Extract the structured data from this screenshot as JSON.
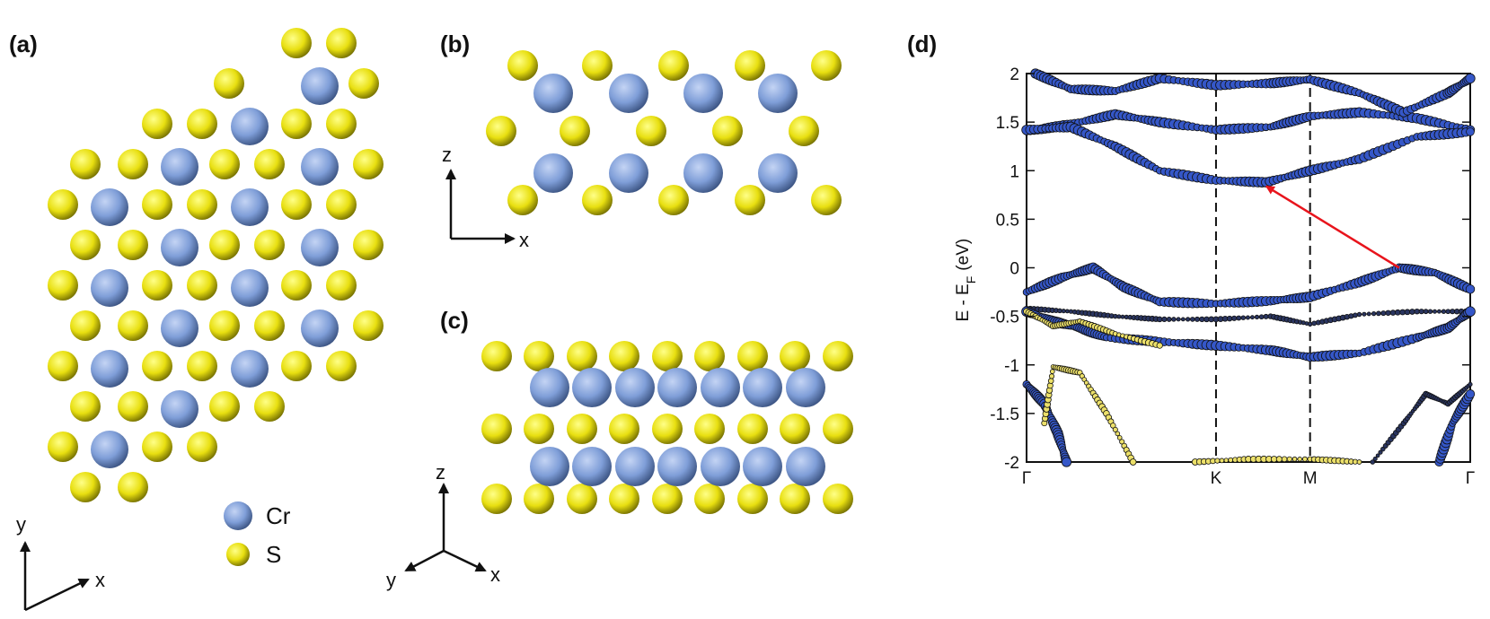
{
  "panels": {
    "a": "(a)",
    "b": "(b)",
    "c": "(c)",
    "d": "(d)"
  },
  "legend": {
    "cr": "Cr",
    "s": "S"
  },
  "axes_labels": {
    "x": "x",
    "y": "y",
    "z": "z"
  },
  "colors": {
    "cr": "#7f9ed8",
    "s": "#e6dd14",
    "bands_blue": "#3557c8",
    "bands_yellow": "#ece06a",
    "arrow": "#e8141c"
  },
  "chart_data": {
    "type": "scatter",
    "title": "",
    "xlabel": "",
    "ylabel": "E - E_F (eV)",
    "ylabel_main": "E - E",
    "ylabel_sub": "F",
    "ylabel_unit": "(eV)",
    "ylim": [
      -2,
      2
    ],
    "yticks": [
      2,
      1.5,
      1,
      0.5,
      0,
      -0.5,
      -1,
      -1.5,
      -2
    ],
    "xlim": [
      0,
      1
    ],
    "xticks": [
      {
        "label": "Γ",
        "pos": 0
      },
      {
        "label": "K",
        "pos": 0.427
      },
      {
        "label": "M",
        "pos": 0.639
      },
      {
        "label": "Γ",
        "pos": 1
      }
    ],
    "dashed_lines_at": [
      0.427,
      0.639
    ],
    "grid": false,
    "transition_arrow": {
      "from": [
        0.84,
        0.0
      ],
      "to": [
        0.54,
        0.84
      ]
    },
    "bands": [
      {
        "points": [
          [
            0,
            1.4
          ],
          [
            0.1,
            1.48
          ],
          [
            0.2,
            1.58
          ],
          [
            0.3,
            1.5
          ],
          [
            0.427,
            1.42
          ],
          [
            0.55,
            1.45
          ],
          [
            0.639,
            1.56
          ],
          [
            0.75,
            1.6
          ],
          [
            0.88,
            1.54
          ],
          [
            1,
            1.42
          ]
        ],
        "weight": "blue"
      },
      {
        "points": [
          [
            0.02,
            2.0
          ],
          [
            0.1,
            1.84
          ],
          [
            0.2,
            1.82
          ],
          [
            0.3,
            1.95
          ],
          [
            0.427,
            1.88
          ],
          [
            0.55,
            1.9
          ],
          [
            0.639,
            1.94
          ],
          [
            0.75,
            1.8
          ],
          [
            0.85,
            1.6
          ],
          [
            0.95,
            1.8
          ],
          [
            1,
            1.95
          ]
        ],
        "weight": "blue"
      },
      {
        "points": [
          [
            0,
            1.42
          ],
          [
            0.1,
            1.45
          ],
          [
            0.2,
            1.25
          ],
          [
            0.3,
            1.0
          ],
          [
            0.427,
            0.9
          ],
          [
            0.54,
            0.88
          ],
          [
            0.639,
            1.0
          ],
          [
            0.75,
            1.12
          ],
          [
            0.88,
            1.35
          ],
          [
            1,
            1.4
          ]
        ],
        "weight": "blue"
      },
      {
        "points": [
          [
            0,
            -0.25
          ],
          [
            0.08,
            -0.1
          ],
          [
            0.15,
            0.0
          ],
          [
            0.22,
            -0.2
          ],
          [
            0.3,
            -0.35
          ],
          [
            0.427,
            -0.37
          ],
          [
            0.55,
            -0.34
          ],
          [
            0.639,
            -0.3
          ],
          [
            0.75,
            -0.15
          ],
          [
            0.84,
            0.0
          ],
          [
            0.92,
            -0.05
          ],
          [
            1,
            -0.22
          ]
        ],
        "weight": "blue"
      },
      {
        "points": [
          [
            0,
            -0.42
          ],
          [
            0.1,
            -0.45
          ],
          [
            0.2,
            -0.5
          ],
          [
            0.3,
            -0.53
          ],
          [
            0.427,
            -0.53
          ],
          [
            0.55,
            -0.5
          ],
          [
            0.639,
            -0.58
          ],
          [
            0.75,
            -0.48
          ],
          [
            0.88,
            -0.45
          ],
          [
            1,
            -0.45
          ]
        ],
        "weight": "dark"
      },
      {
        "points": [
          [
            0,
            -0.45
          ],
          [
            0.06,
            -0.55
          ],
          [
            0.12,
            -0.62
          ],
          [
            0.18,
            -0.72
          ],
          [
            0.3,
            -0.76
          ],
          [
            0.427,
            -0.8
          ],
          [
            0.55,
            -0.85
          ],
          [
            0.639,
            -0.92
          ],
          [
            0.75,
            -0.88
          ],
          [
            0.88,
            -0.72
          ],
          [
            0.95,
            -0.62
          ],
          [
            1,
            -0.45
          ]
        ],
        "weight": "blue"
      },
      {
        "points": [
          [
            0,
            -1.2
          ],
          [
            0.04,
            -1.4
          ],
          [
            0.07,
            -1.7
          ],
          [
            0.09,
            -2.0
          ]
        ],
        "weight": "blue"
      },
      {
        "points": [
          [
            0.04,
            -1.6
          ],
          [
            0.06,
            -1.02
          ],
          [
            0.12,
            -1.08
          ],
          [
            0.18,
            -1.5
          ],
          [
            0.24,
            -2.0
          ]
        ],
        "weight": "yellow"
      },
      {
        "points": [
          [
            0.38,
            -2.0
          ],
          [
            0.5,
            -1.97
          ],
          [
            0.639,
            -1.97
          ],
          [
            0.75,
            -2.0
          ]
        ],
        "weight": "yellow"
      },
      {
        "points": [
          [
            0.78,
            -2.0
          ],
          [
            0.85,
            -1.6
          ],
          [
            0.9,
            -1.3
          ],
          [
            0.95,
            -1.4
          ],
          [
            1,
            -1.2
          ]
        ],
        "weight": "dark"
      },
      {
        "points": [
          [
            0.93,
            -2.0
          ],
          [
            0.96,
            -1.6
          ],
          [
            1,
            -1.3
          ]
        ],
        "weight": "blue"
      },
      {
        "points": [
          [
            0.0,
            -0.45
          ],
          [
            0.06,
            -0.6
          ],
          [
            0.12,
            -0.55
          ],
          [
            0.2,
            -0.68
          ],
          [
            0.3,
            -0.8
          ]
        ],
        "weight": "yellow"
      }
    ]
  }
}
